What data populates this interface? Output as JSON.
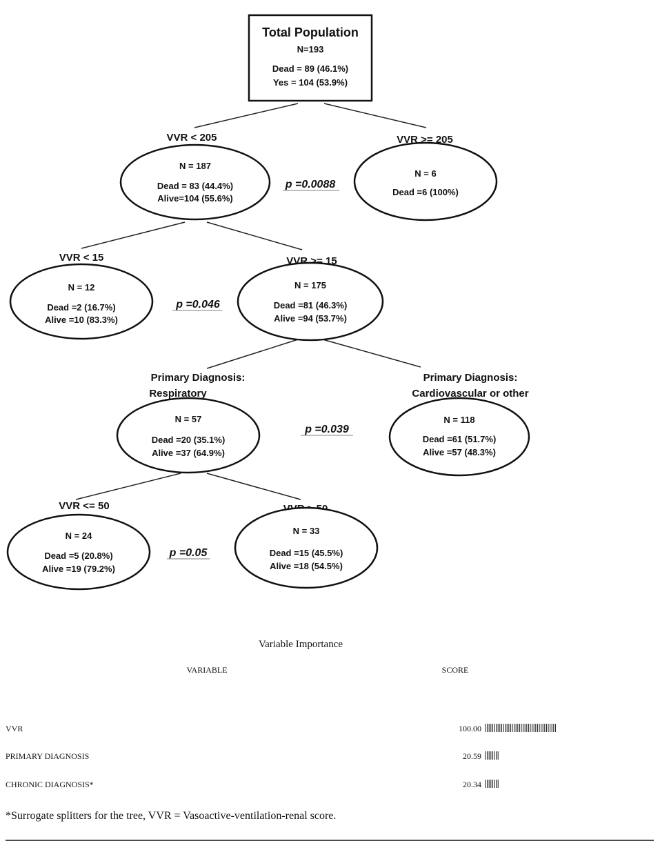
{
  "tree": {
    "root": {
      "title": "Total Population",
      "n": "N=193",
      "line1": "Dead = 89 (46.1%)",
      "line2": "Yes = 104 (53.9%)"
    },
    "split1": {
      "left_label": "VVR < 205",
      "right_label": "VVR >= 205",
      "p": "p =0.0088",
      "left_node": {
        "n": "N = 187",
        "line1": "Dead = 83 (44.4%)",
        "line2": "Alive=104 (55.6%)"
      },
      "right_node": {
        "n": "N = 6",
        "line1": "Dead =6 (100%)"
      }
    },
    "split2": {
      "left_label": "VVR < 15",
      "right_label": "VVR >= 15",
      "p": "p =0.046",
      "left_node": {
        "n": "N = 12",
        "line1": "Dead =2 (16.7%)",
        "line2": "Alive =10 (83.3%)"
      },
      "right_node": {
        "n": "N = 175",
        "line1": "Dead =81 (46.3%)",
        "line2": "Alive =94 (53.7%)"
      }
    },
    "split3": {
      "left_label_1": "Primary Diagnosis:",
      "left_label_2": "Respiratory",
      "right_label_1": "Primary Diagnosis:",
      "right_label_2": "Cardiovascular or other",
      "p": "p =0.039",
      "left_node": {
        "n": "N = 57",
        "line1": "Dead =20 (35.1%)",
        "line2": "Alive =37 (64.9%)"
      },
      "right_node": {
        "n": "N = 118",
        "line1": "Dead =61 (51.7%)",
        "line2": "Alive =57 (48.3%)"
      }
    },
    "split4": {
      "left_label": "VVR <= 50",
      "right_label": "VVR > 50",
      "p": "p =0.05",
      "left_node": {
        "n": "N = 24",
        "line1": "Dead =5 (20.8%)",
        "line2": "Alive =19 (79.2%)"
      },
      "right_node": {
        "n": "N = 33",
        "line1": "Dead =15 (45.5%)",
        "line2": "Alive =18 (54.5%)"
      }
    }
  },
  "importance": {
    "title": "Variable Importance",
    "col_variable": "VARIABLE",
    "col_score": "SCORE",
    "rows": [
      {
        "name": "VVR",
        "score": "100.00",
        "value": 100.0
      },
      {
        "name": "PRIMARY DIAGNOSIS",
        "score": "20.59",
        "value": 20.59
      },
      {
        "name": "CHRONIC DIAGNOSIS*",
        "score": "20.34",
        "value": 20.34
      }
    ],
    "footnote": "*Surrogate splitters for the tree, VVR = Vasoactive-ventilation-renal score."
  }
}
